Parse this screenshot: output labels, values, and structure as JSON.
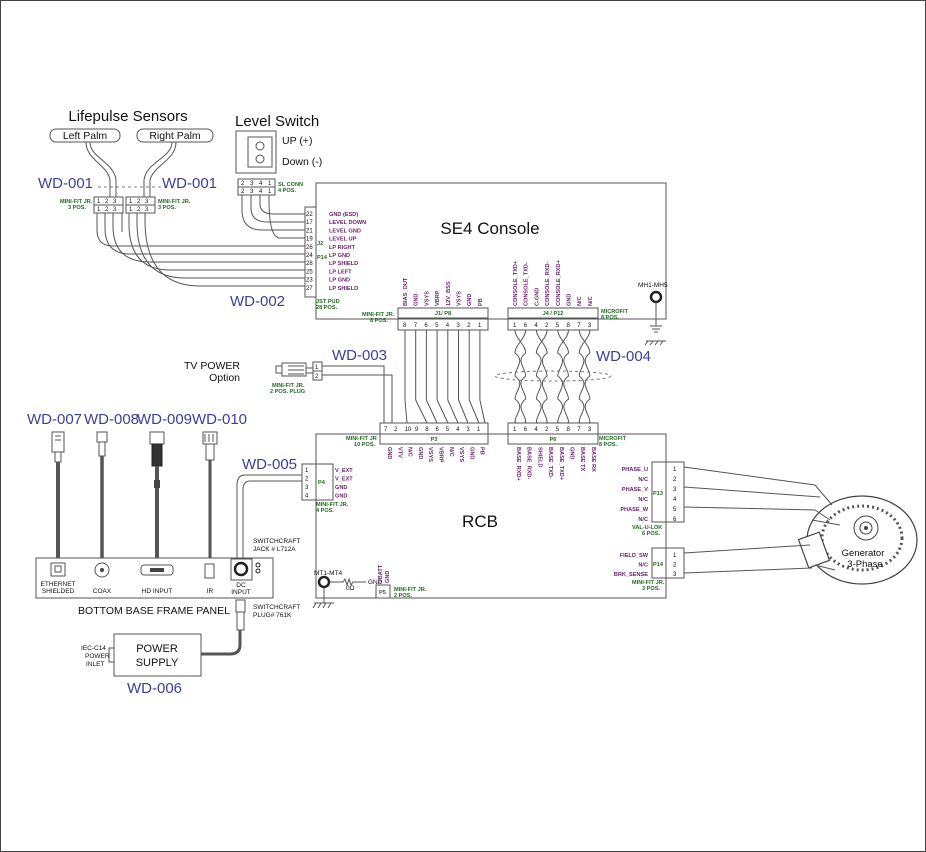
{
  "sensors": {
    "title": "Lifepulse Sensors",
    "left": "Left Palm",
    "right": "Right Palm"
  },
  "level_switch": {
    "title": "Level Switch",
    "up": "UP (+)",
    "down": "Down (-)"
  },
  "wd": {
    "w001a": "WD-001",
    "w001b": "WD-001",
    "w002": "WD-002",
    "w003": "WD-003",
    "w004": "WD-004",
    "w005": "WD-005",
    "w006": "WD-006",
    "w007": "WD-007",
    "w008": "WD-008",
    "w009": "WD-009",
    "w010": "WD-010"
  },
  "conn": {
    "minifit3a": "MINI-FIT JR.",
    "minifit3a2": "3 POS.",
    "minifit3b": "MINI-FIT JR.",
    "minifit3b2": "3 POS.",
    "slconn": "SL CONN",
    "slconn2": "4 POS.",
    "jst": "JST PUD",
    "jst2": "28 POS.",
    "minifit8": "MINI-FIT JR.",
    "minifit8b": "8 POS.",
    "microfit8": "MICROFIT",
    "microfit8b": "8 POS.",
    "minifit2plug": "MINI-FIT JR.",
    "minifit2plug2": "2 POS. PLUG",
    "minifit10": "MINI-FIT JR",
    "minifit10b": "10 POS.",
    "microfit8c": "MICROFIT",
    "microfit8d": "8 POS.",
    "minifit4": "MINI-FIT JR.",
    "minifit4b": "4 POS.",
    "valulok": "VAL-U-LOK",
    "valulok2": "6 POS.",
    "minifit3c": "MINI-FIT JR.",
    "minifit3c2": "3 POS.",
    "minifit2": "MINI-FIT JR.",
    "minifit2b": "2 POS."
  },
  "console": {
    "title": "SE4 Console",
    "j2": "J2",
    "p14": "P14",
    "mh": "MH1-MH5",
    "j2_pins": [
      "22",
      "17",
      "21",
      "19",
      "26",
      "24",
      "28",
      "25",
      "23",
      "27"
    ],
    "j2_sigs": [
      "GND (ESD)",
      "LEVEL DOWN",
      "LEVEL GND",
      "LEVEL UP",
      "LP RIGHT",
      "LP GND",
      "LP SHIELD",
      "LP LEFT",
      "LP GND",
      "LP SHIELD"
    ],
    "j1_label": "J1/ P8",
    "j1_pins": [
      "8",
      "7",
      "6",
      "5",
      "4",
      "3",
      "2",
      "1"
    ],
    "j1_sigs": [
      "BIAS_OUT",
      "GND",
      "VSYS",
      "VBRP",
      "12V_BSS",
      "VSYS",
      "GND",
      "PB"
    ],
    "j4_label": "J4 / P12",
    "j4_pins": [
      "1",
      "6",
      "4",
      "2",
      "5",
      "8",
      "7",
      "3"
    ],
    "j4_sigs": [
      "CONSOLE_TXD+",
      "CONSOLE_TXD-",
      "C-GND",
      "CONSOLE_RXD-",
      "CONSOLE_RXD+",
      "GND",
      "N/C",
      "N/C"
    ]
  },
  "tv": {
    "line1": "TV POWER",
    "line2": "Option",
    "pins": [
      "1",
      "2"
    ]
  },
  "rcb": {
    "title": "RCB",
    "p3_label": "P3",
    "p3_pins": [
      "7",
      "2",
      "10",
      "9",
      "8",
      "6",
      "5",
      "4",
      "3",
      "1"
    ],
    "p3_sigs": [
      "GND",
      "VTV",
      "N/C",
      "GND",
      "VSYS",
      "VBRP",
      "N/C",
      "VSYS",
      "GND",
      "PB"
    ],
    "p6_label": "P6",
    "p6_pins": [
      "1",
      "6",
      "4",
      "2",
      "5",
      "8",
      "7",
      "3"
    ],
    "p6_sigs": [
      "BASE_RXD+",
      "BASE_RXD-",
      "SHIELD",
      "BASE_TXD-",
      "BASE_TXD+",
      "GND",
      "BASE TX",
      "BASE RX"
    ],
    "p4_label": "P4",
    "p4_pins": [
      "1",
      "2",
      "3",
      "4"
    ],
    "p4_sigs": [
      "V_EXT",
      "V_EXT",
      "GND",
      "GND"
    ],
    "p13_label": "P13",
    "p13_pins": [
      "1",
      "2",
      "3",
      "4",
      "5",
      "6"
    ],
    "p13_sigs": [
      "PHASE_U",
      "N/C",
      "PHASE_V",
      "N/C",
      "PHASE_W",
      "N/C"
    ],
    "p14_label": "P14",
    "p14_pins": [
      "1",
      "2",
      "3"
    ],
    "p14_sigs": [
      "FIELD_SW",
      "N/C",
      "BRK_SENSE"
    ],
    "p5_label": "P5",
    "p5_sigs": [
      "VBATT",
      "GND"
    ],
    "mt": "MT1-MT4",
    "gnd": "GND",
    "ohm": "0Ω"
  },
  "generator": {
    "line1": "Generator",
    "line2": "3-Phase"
  },
  "panel": {
    "title": "BOTTOM BASE FRAME PANEL",
    "eth1": "ETHERNET",
    "eth2": "SHIELDED",
    "coax": "COAX",
    "hd": "HD INPUT",
    "ir": "IR",
    "dc1": "DC",
    "dc2": "INPUT",
    "jack1": "SWITCHCRAFT",
    "jack2": "JACK # L712A",
    "plug1": "SWITCHCRAFT",
    "plug2": "PLUG# 761K"
  },
  "power": {
    "line1": "POWER",
    "line2": "SUPPLY",
    "iec1": "IEC-C14",
    "iec2": "POWER",
    "iec3": "INLET"
  }
}
